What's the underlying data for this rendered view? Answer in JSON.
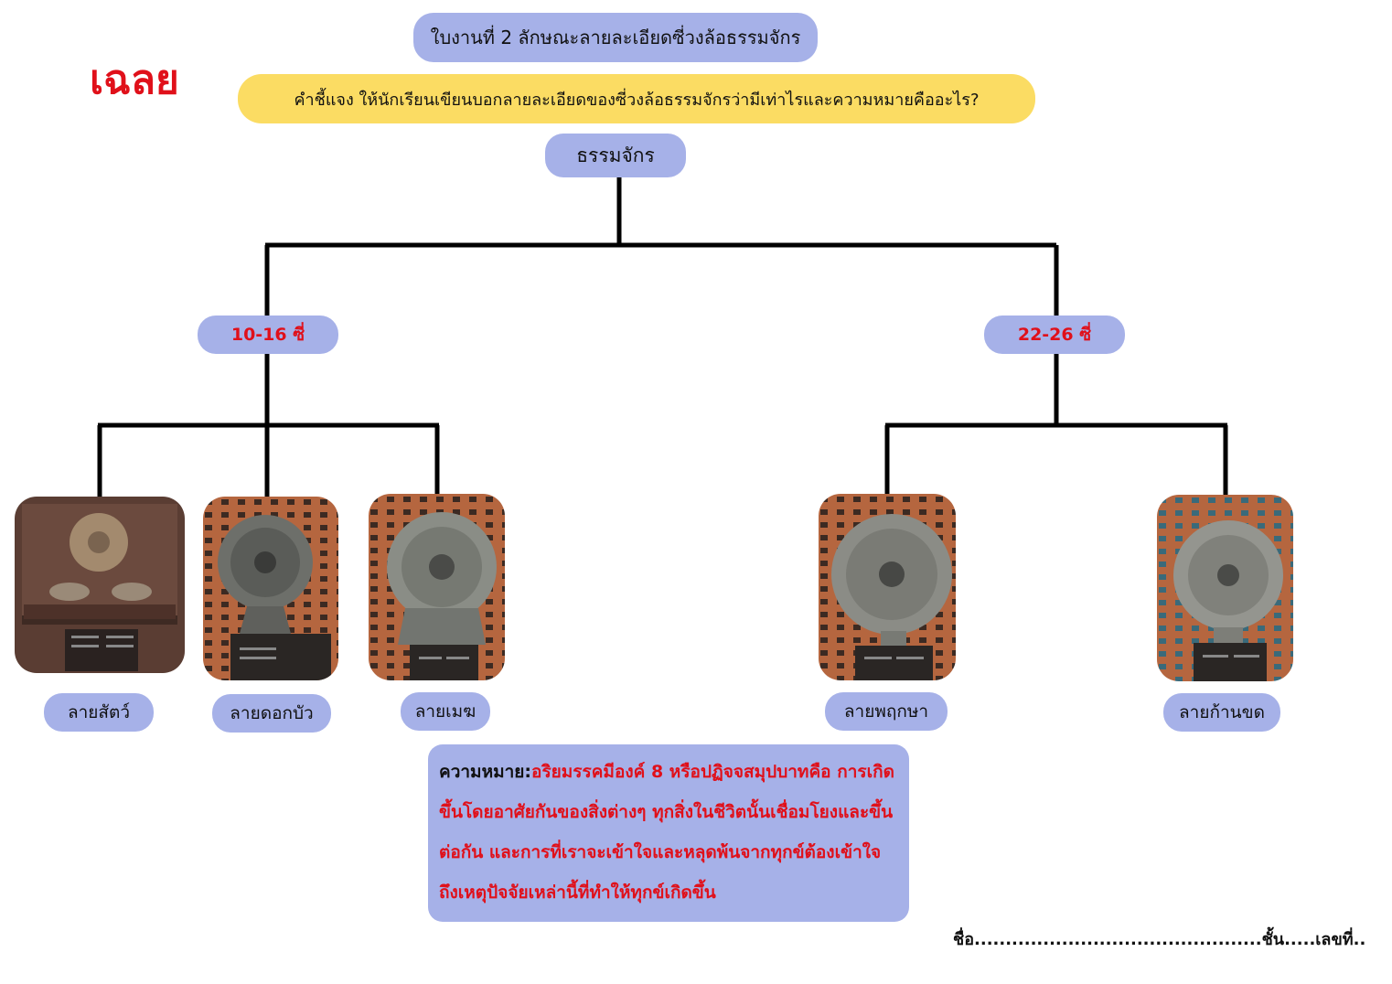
{
  "answer_mark": "เฉลย",
  "title": "ใบงานที่ 2 ลักษณะลายละเอียดซี่วงล้อธรรมจักร",
  "instruction": "คำชี้แจง ให้นักเรียนเขียนบอกลายละเอียดของซี่วงล้อธรรมจักรว่ามีเท่าไรและความหมายคืออะไร?",
  "root": "ธรรมจักร",
  "categories": [
    {
      "label": "10-16 ซี่",
      "leaves": [
        "ลายสัตว์",
        "ลายดอกบัว",
        "ลายเมฆ"
      ]
    },
    {
      "label": "22-26 ซี่",
      "leaves": [
        "ลายพฤกษา",
        "ลายก้านขด"
      ]
    }
  ],
  "meaning": {
    "label": "ความหมาย:",
    "text": "อริยมรรคมีองค์ 8 หรือปฏิจจสมุปบาทคือ การเกิดขึ้นโดยอาศัยกันของสิ่งต่างๆ ทุกสิ่งในชีวิตนั้นเชื่อมโยงและขึ้นต่อกัน และการที่เราจะเข้าใจและหลุดพ้นจากทุกข์ต้องเข้าใจถึงเหตุปัจจัยเหล่านี้ที่ทำให้ทุกข์เกิดขึ้น"
  },
  "footer": "ชื่อ..............................................ชั้น.....เลขที่..",
  "colors": {
    "pill": "#a6b1e8",
    "instruction": "#fbdc63",
    "accent_red": "#e0101a",
    "brick": "#b5663f"
  }
}
